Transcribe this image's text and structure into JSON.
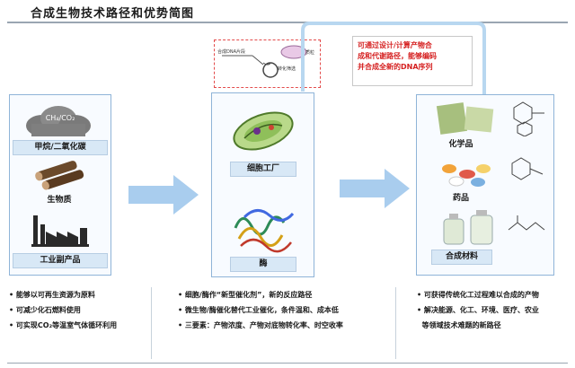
{
  "title": "合成生物技术路径和优势简图",
  "inputs": [
    {
      "label": "甲烷/二氧化碳",
      "cloud_text": "CH₄/CO₂"
    },
    {
      "label": "生物质"
    },
    {
      "label": "工业副产品"
    }
  ],
  "middle": {
    "dna_panel": {
      "left_text": "合成DNA片段",
      "plasmid_text": "质粒",
      "sub_text": "转化筛选"
    },
    "cell_label": "细胞工厂",
    "enzyme_label": "酶"
  },
  "callout": {
    "line1": "可通过设计/计算产物合",
    "line2": "成和代谢路径，能够编码",
    "line3": "并合成全新的DNA序列"
  },
  "outputs": [
    {
      "label": "化学品"
    },
    {
      "label": "药品"
    },
    {
      "label": "合成材料"
    }
  ],
  "bullets_left": [
    "• 能够以可再生资源为原料",
    "• 可减少化石燃料使用",
    "• 可实现CO₂等温室气体循环利用"
  ],
  "bullets_middle": [
    "• 细胞/酶作“新型催化剂”，新的反应路径",
    "• 微生物/酶催化替代工业催化，条件温和、成本低",
    "• 三要素：产物浓度、产物对底物转化率、时空收率"
  ],
  "bullets_right": [
    "• 可获得传统化工过程难以合成的产物",
    "• 解决能源、化工、环境、医疗、农业",
    "  等领域技术难题的新路径"
  ],
  "colors": {
    "accent": "#8fb4d8",
    "arrow": "#a9cdee",
    "callout_text": "#d51f1f"
  }
}
